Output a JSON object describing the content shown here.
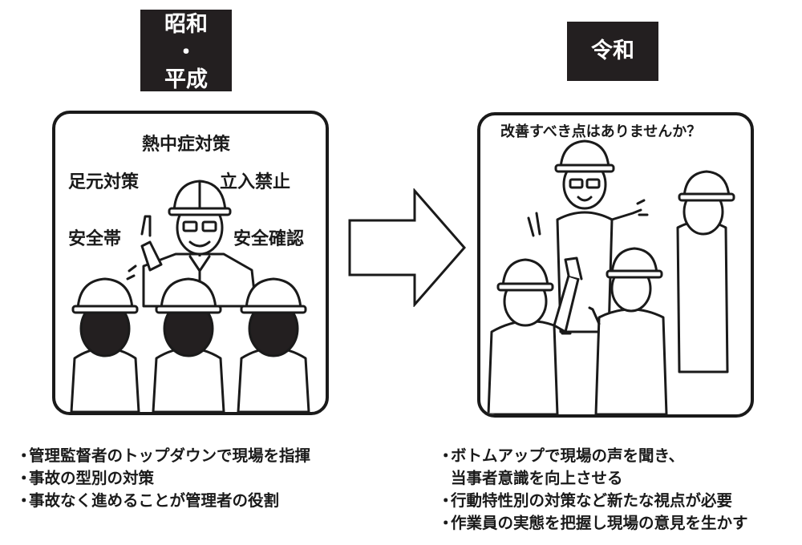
{
  "eras": {
    "left": {
      "line1": "昭和",
      "line2": "・",
      "line3": "平成"
    },
    "right": {
      "label": "令和"
    }
  },
  "left_panel": {
    "words": [
      "熱中症対策",
      "足元対策",
      "立入禁止",
      "安全帯",
      "安全確認"
    ]
  },
  "right_panel": {
    "question": "改善すべき点はありませんか？"
  },
  "left_bullets": [
    {
      "dot": "・",
      "text": "管理監督者のトップダウンで現場を指揮"
    },
    {
      "dot": "・",
      "text": "事故の型別の対策"
    },
    {
      "dot": "・",
      "text": "事故なく進めることが管理者の役割"
    }
  ],
  "right_bullets": [
    {
      "dot": "・",
      "text": "ボトムアップで現場の声を聞き、",
      "cont": "当事者意識を向上させる"
    },
    {
      "dot": "・",
      "text": "行動特性別の対策など新たな視点が必要"
    },
    {
      "dot": "・",
      "text": "作業員の実態を把握し現場の意見を生かす"
    }
  ]
}
